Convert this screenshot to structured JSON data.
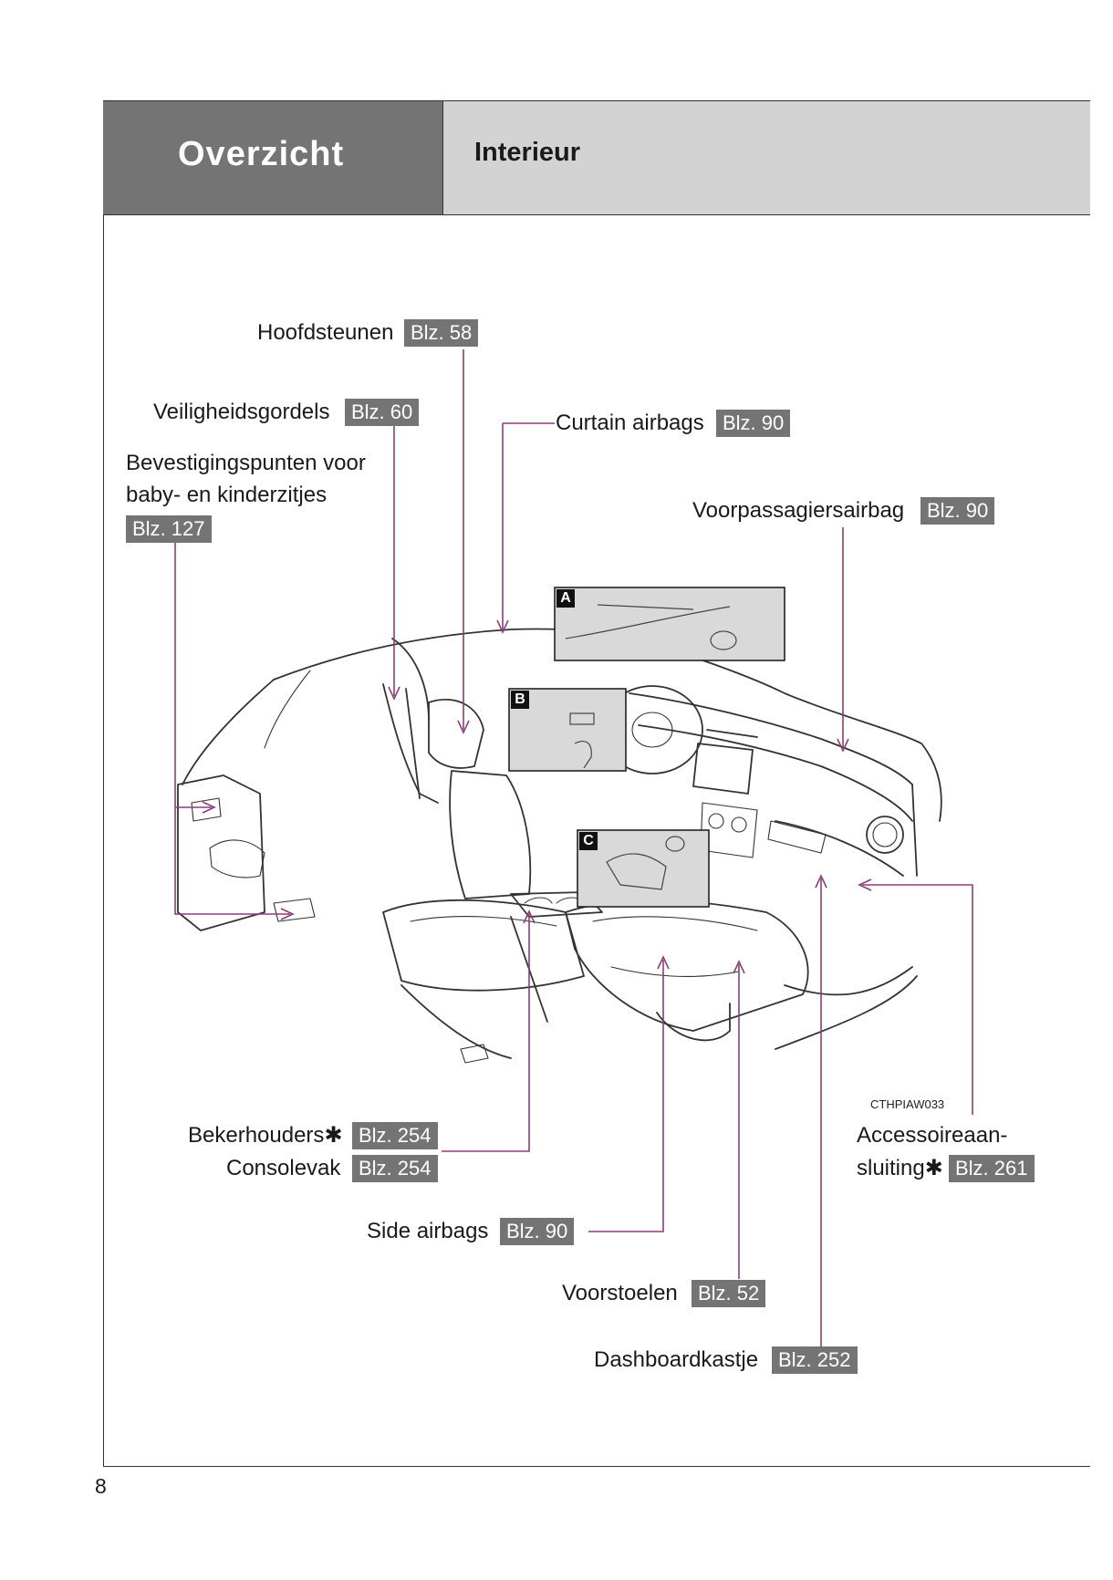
{
  "header": {
    "section": "Overzicht",
    "title": "Interieur"
  },
  "labels": {
    "hoofdsteunen": {
      "text": "Hoofdsteunen",
      "page": "Blz. 58"
    },
    "veiligheidsgordels": {
      "text": "Veiligheidsgordels",
      "page": "Blz. 60"
    },
    "bevestigingspunten": {
      "line1": "Bevestigingspunten voor",
      "line2": "baby- en kinderzitjes",
      "page": "Blz. 127"
    },
    "curtain_airbags": {
      "text": "Curtain airbags",
      "page": "Blz. 90"
    },
    "voorpassagiersairbag": {
      "text": "Voorpassagiersairbag",
      "page": "Blz. 90"
    },
    "bekerhouders": {
      "text": "Bekerhouders",
      "star": "✱",
      "page": "Blz. 254"
    },
    "consolevak": {
      "text": "Consolevak",
      "page": "Blz. 254"
    },
    "side_airbags": {
      "text": "Side airbags",
      "page": "Blz. 90"
    },
    "voorstoelen": {
      "text": "Voorstoelen",
      "page": "Blz. 52"
    },
    "dashboardkastje": {
      "text": "Dashboardkastje",
      "page": "Blz. 252"
    },
    "accessoire": {
      "line1": "Accessoireaan-",
      "line2": "sluiting",
      "star": "✱",
      "page": "Blz. 261"
    }
  },
  "insets": {
    "a": "A",
    "b": "B",
    "c": "C"
  },
  "figure_code": "CTHPIAW033",
  "page_number": "8",
  "colors": {
    "header_dark": "#747474",
    "header_light": "#d3d3d3",
    "leader_line": "#8a3f78",
    "badge": "#747474"
  }
}
